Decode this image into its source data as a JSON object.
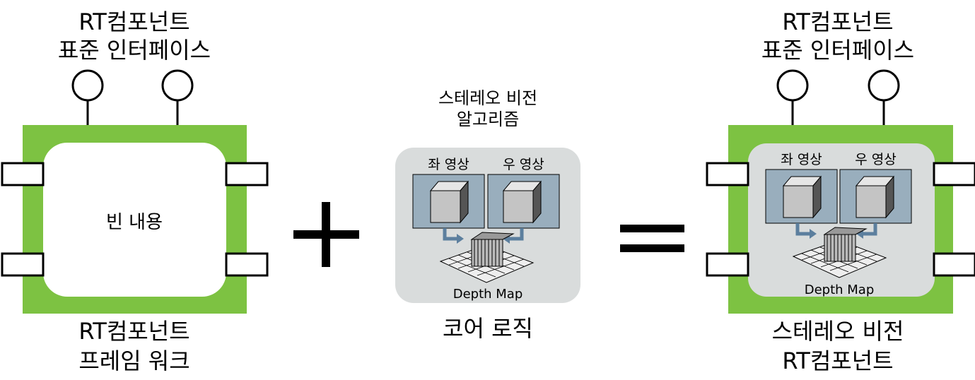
{
  "left": {
    "interface_title": [
      "RT컴포넌트",
      "표준 인터페이스"
    ],
    "body_label": "빈 내용",
    "caption": [
      "RT컴포넌트",
      "프레임 워크"
    ]
  },
  "plus_sign": "+",
  "middle": {
    "title": [
      "스테레오 비전",
      "알고리즘"
    ],
    "left_image_label": "좌 영상",
    "right_image_label": "우 영상",
    "depth_label": "Depth Map",
    "caption": "코어 로직"
  },
  "equals_sign": "=",
  "right": {
    "interface_title": [
      "RT컴포넌트",
      "표준 인터페이스"
    ],
    "left_image_label": "좌 영상",
    "right_image_label": "우 영상",
    "depth_label": "Depth Map",
    "caption": [
      "스테레오 비전",
      "RT컴포넌트"
    ]
  },
  "colors": {
    "frame_green": "#7dc242",
    "panel_gray": "#d9dcdc",
    "image_blue": "#99aebd",
    "arrow_blue": "#5c7f9e"
  }
}
